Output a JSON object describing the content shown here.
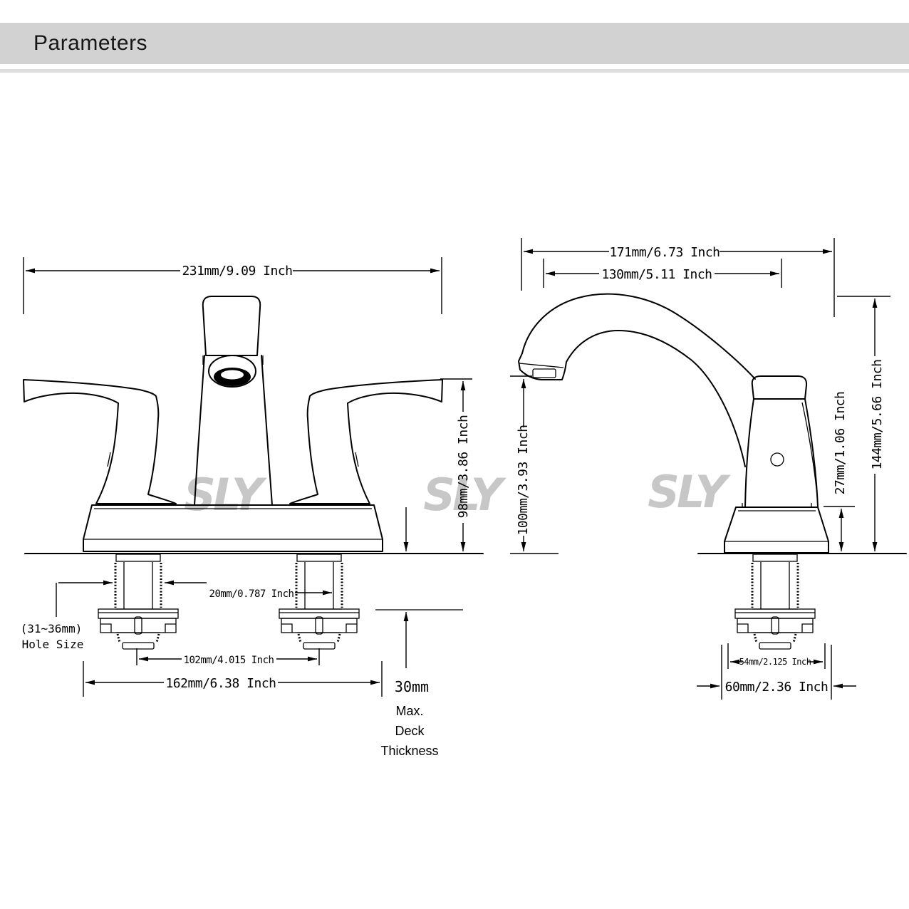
{
  "header": {
    "title": "Parameters"
  },
  "watermark": {
    "text": "SLY",
    "color": "#c7c7c7"
  },
  "colors": {
    "line": "#000000",
    "header_bar": "#d2d2d2",
    "header_strip": "#dedede"
  },
  "front_view": {
    "overall_width": "231mm/9.09 Inch",
    "body_height": "98mm/3.86 Inch",
    "shank_diameter": "20mm/0.787 Inch",
    "hole_size_range": "(31~36mm)",
    "hole_size_label": "Hole Size",
    "hole_spacing": "102mm/4.015 Inch",
    "base_width": "162mm/6.38 Inch",
    "deck_thickness_value": "30mm",
    "deck_thickness_word1": "Max.",
    "deck_thickness_word2": "Deck",
    "deck_thickness_word3": "Thickness"
  },
  "side_view": {
    "overall_depth": "171mm/6.73 Inch",
    "spout_reach": "130mm/5.11 Inch",
    "spout_height": "100mm/3.93 Inch",
    "base_height": "27mm/1.06 Inch",
    "overall_height": "144mm/5.66 Inch",
    "flange_width": "54mm/2.125 Inch",
    "base_depth": "60mm/2.36 Inch"
  }
}
